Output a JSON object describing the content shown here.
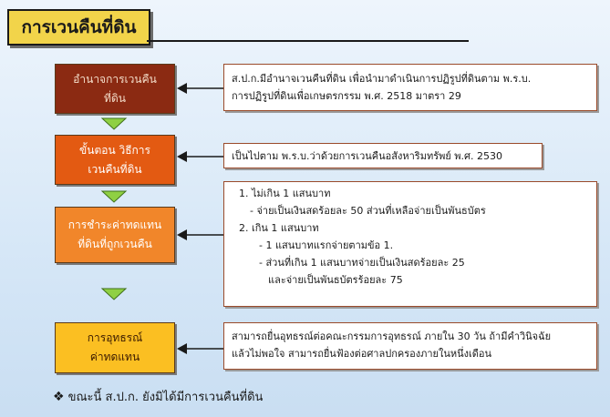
{
  "title": "การเวนคืนที่ดิน",
  "steps": [
    {
      "line1": "อำนาจการเวนคืน",
      "line2": "ที่ดิน"
    },
    {
      "line1": "ขั้นตอน วิธีการ",
      "line2": "เวนคืนที่ดิน"
    },
    {
      "line1": "การชำระค่าทดแทน",
      "line2": "ที่ดินที่ถูกเวนคืน"
    },
    {
      "line1": "การอุทธรณ์",
      "line2": "ค่าทดแทน"
    }
  ],
  "descriptions": {
    "d1": [
      "ส.ป.ก.มีอำนาจเวนคืนที่ดิน เพื่อนำมาดำเนินการปฏิรูปที่ดินตาม พ.ร.บ.",
      "การปฏิรูปที่ดินเพื่อเกษตรกรรม พ.ศ. 2518 มาตรา 29"
    ],
    "d2": [
      "เป็นไปตาม พ.ร.บ.ว่าด้วยการเวนคืนอสังหาริมทรัพย์ พ.ศ. 2530"
    ],
    "d3": [
      "1.  ไม่เกิน 1  แสนบาท",
      "- จ่ายเป็นเงินสดร้อยละ 50 ส่วนที่เหลือจ่ายเป็นพันธบัตร",
      "2.  เกิน 1 แสนบาท",
      "- 1  แสนบาทแรกจ่ายตามข้อ 1.",
      "- ส่วนที่เกิน 1 แสนบาทจ่ายเป็นเงินสดร้อยละ 25",
      "และจ่ายเป็นพันธบัตรร้อยละ 75"
    ],
    "d4": [
      "สามารถยื่นอุทธรณ์ต่อคณะกรรมการอุทธรณ์ ภายใน 30 วัน ถ้ามีคำวินิจฉัย",
      "แล้วไม่พอใจ สามารถยื่นฟ้องต่อศาลปกครองภายในหนึ่งเดือน"
    ]
  },
  "footnote": "ขณะนี้ ส.ป.ก. ยังมิได้มีการเวนคืนที่ดิน",
  "footnote_icon": "diamond-bullet-icon",
  "colors": {
    "title_bg": "#f2d44a",
    "step1": "#8b2a12",
    "step2": "#e35a12",
    "step3": "#f1862a",
    "step4": "#fbbf22",
    "arrow_green": "#8fd043",
    "background": "#d6e7f7"
  }
}
